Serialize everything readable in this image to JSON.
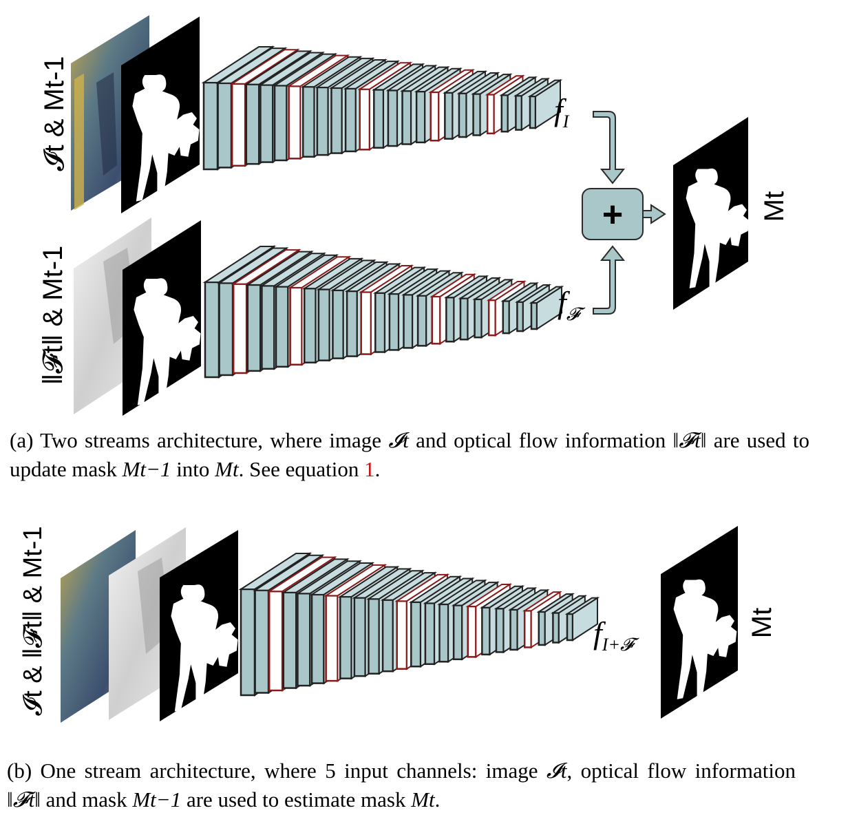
{
  "diagram_a": {
    "stream_top_input_label": "𝓘t & Mt-1",
    "stream_bottom_input_label": "‖𝓕t‖ & Mt-1",
    "feature_top": {
      "base": "f",
      "sub": "I"
    },
    "feature_bottom": {
      "base": "f",
      "sub": "𝓕"
    },
    "fusion_symbol": "+",
    "output_label": "Mt"
  },
  "diagram_b": {
    "input_label": "𝓘t & ‖𝓕t‖ & Mt-1",
    "feature": {
      "base": "f",
      "sub": "I+𝓕"
    },
    "output_label": "Mt"
  },
  "caption_a": {
    "part1": "(a) Two streams architecture, where image ",
    "m1": "𝓘t",
    "part2": " and optical flow information ",
    "m2": "‖𝓕t‖",
    "part3": " are used to update mask ",
    "m3": "Mt−1",
    "part4": " into ",
    "m4": "Mt",
    "part5": ". See equation ",
    "ref": "1",
    "part6": "."
  },
  "caption_b": {
    "part1": "(b) One stream architecture, where 5 input channels: image ",
    "m1": "𝓘t",
    "part2": ", optical flow information ",
    "m2": "‖𝓕t‖",
    "part3": " and mask ",
    "m3": "Mt−1",
    "part4": " are used to estimate mask ",
    "m4": "Mt",
    "part5": "."
  },
  "colors": {
    "layer_fill": "#a9c6c8",
    "layer_top": "#c6dcde",
    "pool_stroke": "#8a1a1a",
    "arrow_fill": "#a9c6c8",
    "mask_bg": "#000000",
    "equation_ref": "#cc1111"
  },
  "icons": [
    "photo-frame-icon",
    "flow-frame-icon",
    "mask-silhouette-icon",
    "plus-icon",
    "arrow-down-icon",
    "arrow-up-icon",
    "arrow-right-icon"
  ]
}
